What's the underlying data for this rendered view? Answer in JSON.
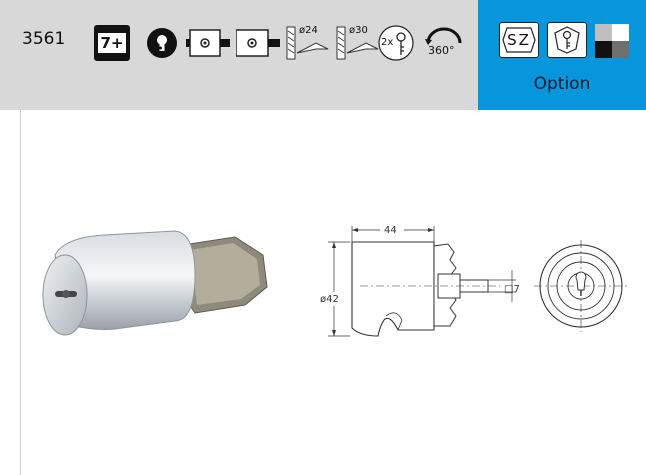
{
  "product": {
    "code": "3561"
  },
  "spec_icons": [
    {
      "name": "security-level-7plus-icon",
      "label": "7+"
    },
    {
      "name": "cylinder-profile-icon"
    },
    {
      "name": "square-mount-icon"
    },
    {
      "name": "square-mount-alt-icon"
    },
    {
      "name": "drill-diameter-24-icon",
      "label": "ø24"
    },
    {
      "name": "drill-diameter-30-icon",
      "label": "ø30"
    },
    {
      "name": "two-keys-icon",
      "label": "2x"
    },
    {
      "name": "rotation-360-icon",
      "label": "360°"
    }
  ],
  "option": {
    "label": "Option",
    "icons": [
      {
        "name": "sz-icon",
        "label": "SZ"
      },
      {
        "name": "key-shield-icon"
      },
      {
        "name": "color-finish-icon"
      }
    ],
    "finish_colors": [
      "#bfbfbf",
      "#ffffff",
      "#111111",
      "#6f6f6f"
    ]
  },
  "drawing": {
    "length_label": "44",
    "diameter_label": "ø42",
    "square_label": "□7"
  }
}
